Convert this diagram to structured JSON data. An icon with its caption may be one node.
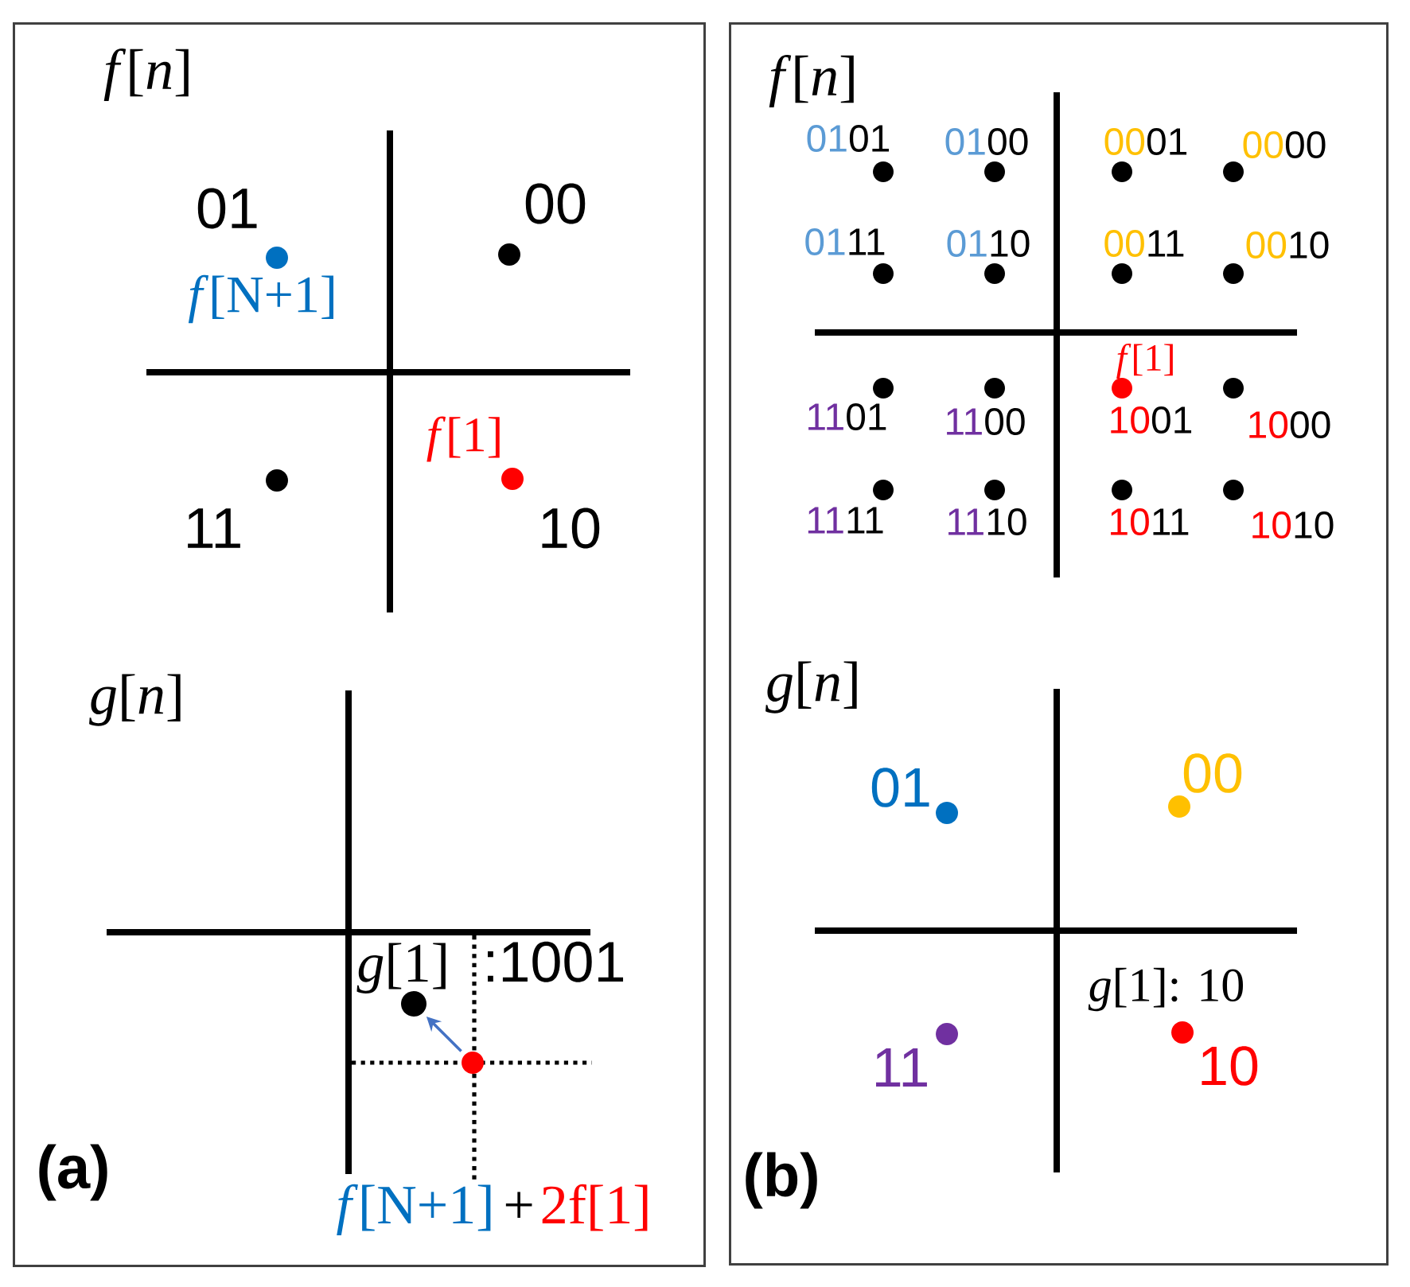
{
  "diagram": {
    "nodes": [
      {
        "text": [
          "(a)"
        ]
      },
      {
        "text": [],
        "shape": "circle",
        "in": 0,
        "beside": [
          "01",
          "*f*[N+1]"
        ]
      },
      {
        "text": [],
        "shape": "circle",
        "in": 0,
        "beside": [
          "00"
        ]
      },
      {
        "text": [],
        "shape": "circle",
        "in": 0,
        "beside": [
          "11"
        ]
      },
      {
        "text": [],
        "shape": "circle",
        "in": 0,
        "beside": [
          "*f*[1]",
          "10"
        ]
      },
      {
        "text": [],
        "shape": "circle",
        "in": 0,
        "beside": [
          "*g*[1]",
          ":1001"
        ]
      },
      {
        "text": [],
        "shape": "circle",
        "in": 0,
        "beside": [
          "*f*[N+1]",
          "+",
          "2f[1]"
        ]
      },
      {
        "text": [
          "(b)"
        ]
      },
      {
        "text": [],
        "shape": "circle",
        "in": 7,
        "beside": [
          "0101"
        ]
      },
      {
        "text": [],
        "shape": "circle",
        "in": 7,
        "beside": [
          "0100"
        ]
      },
      {
        "text": [],
        "shape": "circle",
        "in": 7,
        "beside": [
          "0001"
        ]
      },
      {
        "text": [],
        "shape": "circle",
        "in": 7,
        "beside": [
          "0000"
        ]
      },
      {
        "text": [],
        "shape": "circle",
        "in": 7,
        "beside": [
          "0111"
        ]
      },
      {
        "text": [],
        "shape": "circle",
        "in": 7,
        "beside": [
          "0110"
        ]
      },
      {
        "text": [],
        "shape": "circle",
        "in": 7,
        "beside": [
          "0011"
        ]
      },
      {
        "text": [],
        "shape": "circle",
        "in": 7,
        "beside": [
          "0010"
        ]
      },
      {
        "text": [],
        "shape": "circle",
        "in": 7,
        "beside": [
          "1101"
        ]
      },
      {
        "text": [],
        "shape": "circle",
        "in": 7,
        "beside": [
          "1100"
        ]
      },
      {
        "text": [],
        "shape": "circle",
        "in": 7,
        "beside": [
          "*f*[1]",
          "1001"
        ]
      },
      {
        "text": [],
        "shape": "circle",
        "in": 7,
        "beside": [
          "1000"
        ]
      },
      {
        "text": [],
        "shape": "circle",
        "in": 7,
        "beside": [
          "1111"
        ]
      },
      {
        "text": [],
        "shape": "circle",
        "in": 7,
        "beside": [
          "1110"
        ]
      },
      {
        "text": [],
        "shape": "circle",
        "in": 7,
        "beside": [
          "1011"
        ]
      },
      {
        "text": [],
        "shape": "circle",
        "in": 7,
        "beside": [
          "1010"
        ]
      },
      {
        "text": [],
        "shape": "circle",
        "in": 7,
        "beside": [
          "01"
        ]
      },
      {
        "text": [],
        "shape": "circle",
        "in": 7,
        "beside": [
          "00"
        ]
      },
      {
        "text": [],
        "shape": "circle",
        "in": 7,
        "beside": [
          "11"
        ]
      },
      {
        "text": [],
        "shape": "circle",
        "in": 7,
        "beside": [
          "*g*[1]: 10",
          "10"
        ]
      }
    ],
    "edges": [
      {
        "from": 6,
        "to": 5,
        "arrow": "to",
        "color": "#4472c4"
      }
    ],
    "labels": [
      "*f*[*n*]",
      "*g*[*n*]",
      "*f*[*n*]",
      "*g*[*n*]"
    ]
  }
}
